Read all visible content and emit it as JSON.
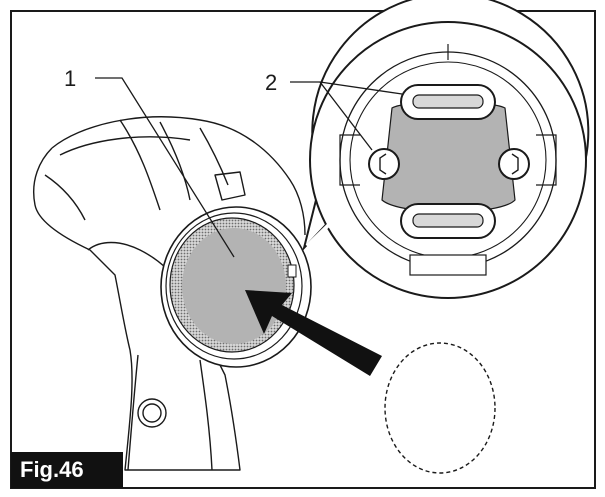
{
  "figure": {
    "label": "Fig.46",
    "callouts": [
      "1",
      "2"
    ]
  },
  "colors": {
    "ink": "#1a1a1a",
    "filter_fill": "#b3b3b3",
    "mesh": "#8a8a8a",
    "label_bg": "#111111"
  }
}
